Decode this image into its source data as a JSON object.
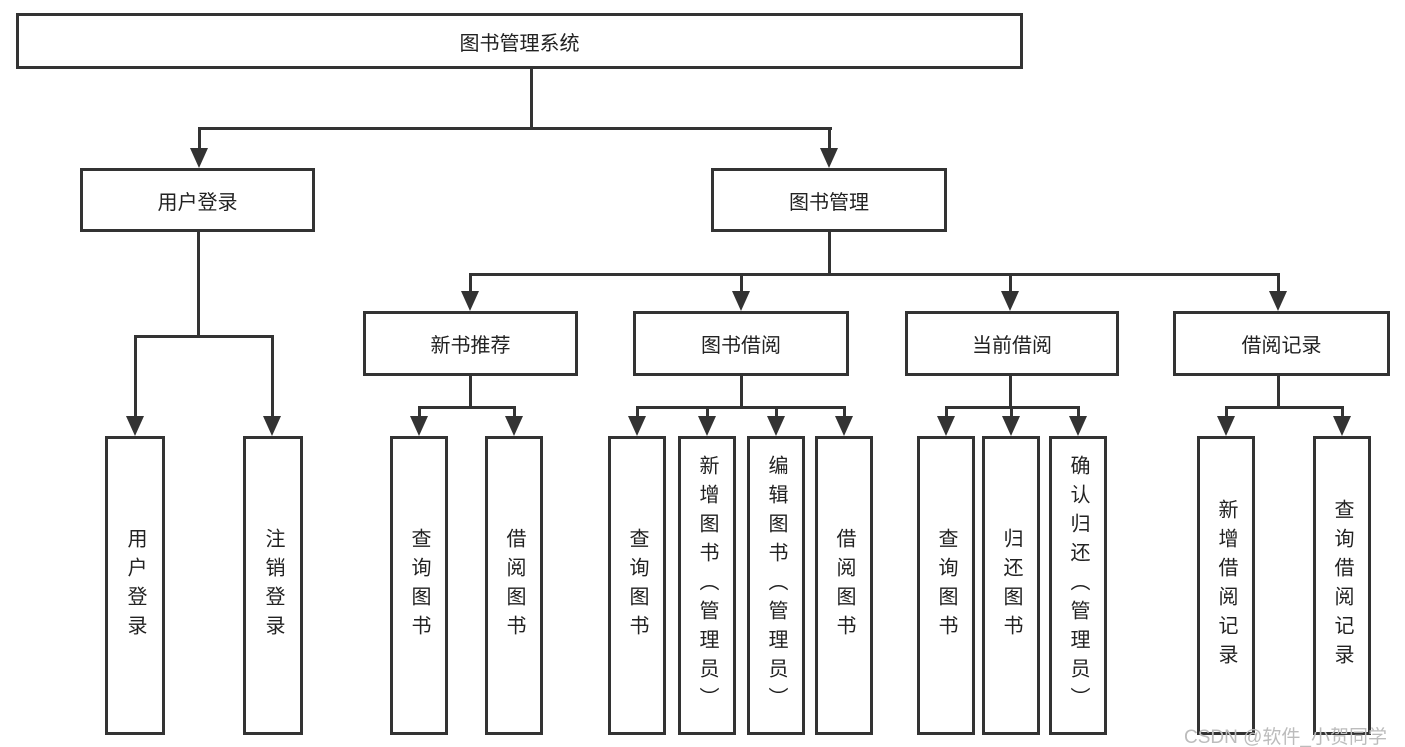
{
  "diagram_type": "hierarchy-tree",
  "tree": {
    "label": "图书管理系统",
    "children": [
      {
        "label": "用户登录",
        "children": [
          {
            "label": "用户登录"
          },
          {
            "label": "注销登录"
          }
        ]
      },
      {
        "label": "图书管理",
        "children": [
          {
            "label": "新书推荐",
            "children": [
              {
                "label": "查询图书"
              },
              {
                "label": "借阅图书"
              }
            ]
          },
          {
            "label": "图书借阅",
            "children": [
              {
                "label": "查询图书"
              },
              {
                "label": "新增图书（管理员）"
              },
              {
                "label": "编辑图书（管理员）"
              },
              {
                "label": "借阅图书"
              }
            ]
          },
          {
            "label": "当前借阅",
            "children": [
              {
                "label": "查询图书"
              },
              {
                "label": "归还图书"
              },
              {
                "label": "确认归还（管理员）"
              }
            ]
          },
          {
            "label": "借阅记录",
            "children": [
              {
                "label": "新增借阅记录"
              },
              {
                "label": "查询借阅记录"
              }
            ]
          }
        ]
      }
    ]
  },
  "watermark": {
    "text": "CSDN @软件_小贺同学"
  },
  "colors": {
    "line": "#333333",
    "box_border": "#333333",
    "text": "#222222",
    "background": "#ffffff",
    "watermark": "#bcbcbc"
  }
}
